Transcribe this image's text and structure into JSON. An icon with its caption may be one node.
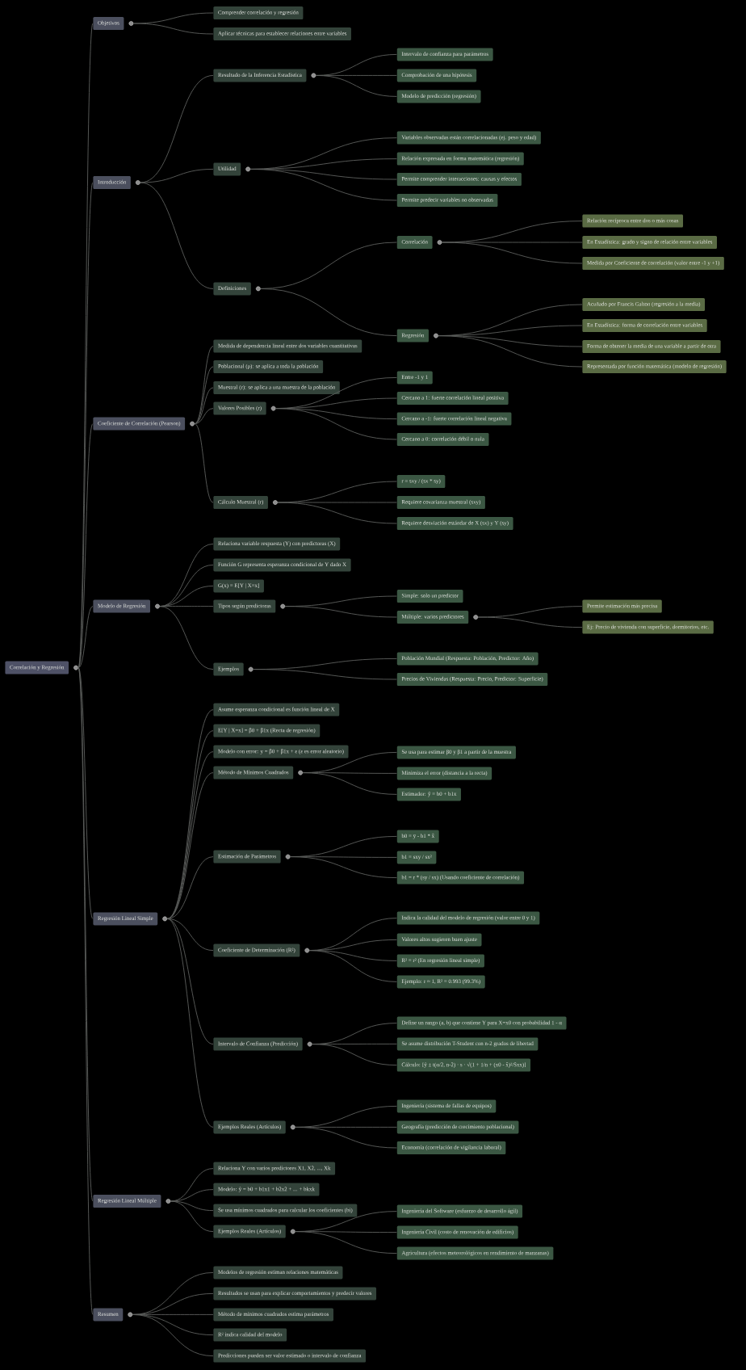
{
  "diagram": {
    "nodes": [
      {
        "text": [
          "Correlación y Regresión"
        ]
      },
      {
        "text": [
          "Objetivos"
        ]
      },
      {
        "text": [
          "Comprender correlación y regresión"
        ]
      },
      {
        "text": [
          "Aplicar técnicas para establecer relaciones entre variables"
        ]
      },
      {
        "text": [
          "Introducción"
        ]
      },
      {
        "text": [
          "Resultado de la Inferencia Estadística"
        ]
      },
      {
        "text": [
          "Intervalo de confianza para parámetros"
        ]
      },
      {
        "text": [
          "Comprobación de una hipótesis"
        ]
      },
      {
        "text": [
          "Modelo de predicción (regresión)"
        ]
      },
      {
        "text": [
          "Utilidad"
        ]
      },
      {
        "text": [
          "Variables observadas están correlacionadas (ej. peso y edad)"
        ]
      },
      {
        "text": [
          "Relación expresada en forma matemática (regresión)"
        ]
      },
      {
        "text": [
          "Permite comprender interacciones: causas y efectos"
        ]
      },
      {
        "text": [
          "Permite predecir variables no observadas"
        ]
      },
      {
        "text": [
          "Definiciones"
        ]
      },
      {
        "text": [
          "Correlación"
        ]
      },
      {
        "text": [
          "Relación recíproca entre dos o más cosas"
        ]
      },
      {
        "text": [
          "En Estadística: grado y signo de relación entre variables"
        ]
      },
      {
        "text": [
          "Medida por Coeficiente de correlación (valor entre -1 y +1)"
        ]
      },
      {
        "text": [
          "Regresión"
        ]
      },
      {
        "text": [
          "Acuñado por Francis Galton (regresión a la media)"
        ]
      },
      {
        "text": [
          "En Estadística: forma de correlación entre variables"
        ]
      },
      {
        "text": [
          "Forma de obtener la media de una variable a partir de otra"
        ]
      },
      {
        "text": [
          "Representada por función matemática (modelo de regresión)"
        ]
      },
      {
        "text": [
          "Coeficiente de Correlación (Pearson)"
        ]
      },
      {
        "text": [
          "Medida de dependencia lineal entre dos variables cuantitativas"
        ]
      },
      {
        "text": [
          "Poblacional (ρ): se aplica a toda la población"
        ]
      },
      {
        "text": [
          "Muestral (r): se aplica a una muestra de la población"
        ]
      },
      {
        "text": [
          "Valores Posibles (r)"
        ]
      },
      {
        "text": [
          "Entre -1 y 1"
        ]
      },
      {
        "text": [
          "Cercano a 1: fuerte correlación lineal positiva"
        ]
      },
      {
        "text": [
          "Cercano a -1: fuerte correlación lineal negativa"
        ]
      },
      {
        "text": [
          "Cercano a 0: correlación débil o nula"
        ]
      },
      {
        "text": [
          "Cálculo Muestral (r)"
        ]
      },
      {
        "text": [
          "r = sxy / (sx * sy)"
        ]
      },
      {
        "text": [
          "Requiere covarianza muestral (sxy)"
        ]
      },
      {
        "text": [
          "Requiere desviación estándar de X (sx) y Y (sy)"
        ]
      },
      {
        "text": [
          "Modelo de Regresión"
        ]
      },
      {
        "text": [
          "Relaciona variable respuesta (Y) con predictoras (X)"
        ]
      },
      {
        "text": [
          "Función G representa esperanza condicional de Y dado X"
        ]
      },
      {
        "text": [
          "G(x) = E[Y | X=x]"
        ]
      },
      {
        "text": [
          "Tipos según predictoras"
        ]
      },
      {
        "text": [
          "Simple: solo un predictor"
        ]
      },
      {
        "text": [
          "Múltiple: varios predictores"
        ]
      },
      {
        "text": [
          "Permite estimación más precisa"
        ]
      },
      {
        "text": [
          "Ej: Precio de vivienda con superficie, dormitorios, etc."
        ]
      },
      {
        "text": [
          "Ejemplos"
        ]
      },
      {
        "text": [
          "Población Mundial (Respuesta: Población, Predictor: Año)"
        ]
      },
      {
        "text": [
          "Precios de Viviendas (Respuesta: Precio, Predictor: Superficie)"
        ]
      },
      {
        "text": [
          "Regresión Lineal Simple"
        ]
      },
      {
        "text": [
          "Asume esperanza condicional es función lineal de X"
        ]
      },
      {
        "text": [
          "E[Y | X=x] = β0 + β1x (Recta de regresión)"
        ]
      },
      {
        "text": [
          "Modelo con error: y = β0 + β1x + ε (ε es error aleatorio)"
        ]
      },
      {
        "text": [
          "Método de Mínimos Cuadrados"
        ]
      },
      {
        "text": [
          "Se usa para estimar β0 y β1 a partir de la muestra"
        ]
      },
      {
        "text": [
          "Minimiza el error (distancia a la recta)"
        ]
      },
      {
        "text": [
          "Estimador: ŷ = b0 + b1x"
        ]
      },
      {
        "text": [
          "Estimación de Parámetros"
        ]
      },
      {
        "text": [
          "b0 = ȳ - b1 * x̄"
        ]
      },
      {
        "text": [
          "b1 = sxy / sx²"
        ]
      },
      {
        "text": [
          "b1 = r * (sy / sx) (Usando coeficiente de correlación)"
        ]
      },
      {
        "text": [
          "Coeficiente de Determinación (R²)"
        ]
      },
      {
        "text": [
          "Indica la calidad del modelo de regresión (valor entre 0 y 1)"
        ]
      },
      {
        "text": [
          "Valores altos sugieren buen ajuste"
        ]
      },
      {
        "text": [
          "R² = r² (En regresión lineal simple)"
        ]
      },
      {
        "text": [
          "Ejemplo: r ≈ 1, R² = 0.993 (99.3%)"
        ]
      },
      {
        "text": [
          "Intervalo de Confianza (Predicción)"
        ]
      },
      {
        "text": [
          "Define un rango (a, b) que contiene Y para X=x0 con probabilidad 1 - α"
        ]
      },
      {
        "text": [
          "Se asume distribución T-Student con n-2 grados de libertad"
        ]
      },
      {
        "text": [
          "Cálculo: [ŷ ± t(α/2, n-2) · s · √(1 + 1/n + (x0 - x̄)²/Sxx)]"
        ]
      },
      {
        "text": [
          "Ejemplos Reales (Artículos)"
        ]
      },
      {
        "text": [
          "Ingeniería (sistema de fallas de equipos)"
        ]
      },
      {
        "text": [
          "Geografía (predicción de crecimiento poblacional)"
        ]
      },
      {
        "text": [
          "Economía (correlación de vigilancia laboral)"
        ]
      },
      {
        "text": [
          "Regresión Lineal Múltiple"
        ]
      },
      {
        "text": [
          "Relaciona Y con varios predictores X1, X2, ..., Xk"
        ]
      },
      {
        "text": [
          "Modelo: ŷ = b0 + b1x1 + b2x2 + ... + bkxk"
        ]
      },
      {
        "text": [
          "Se usa mínimos cuadrados para calcular los coeficientes (bi)"
        ]
      },
      {
        "text": [
          "Ejemplos Reales (Artículos)"
        ]
      },
      {
        "text": [
          "Ingeniería del Software (esfuerzo de desarrollo ágil)"
        ]
      },
      {
        "text": [
          "Ingeniería Civil (costo de renovación de edificios)"
        ]
      },
      {
        "text": [
          "Agricultura (efectos meteorológicos en rendimiento de manzanas)"
        ]
      },
      {
        "text": [
          "Resumen"
        ]
      },
      {
        "text": [
          "Modelos de regresión estiman relaciones matemáticas"
        ]
      },
      {
        "text": [
          "Resultados se usan para explicar comportamientos y predecir valores"
        ]
      },
      {
        "text": [
          "Método de mínimos cuadrados estima parámetros"
        ]
      },
      {
        "text": [
          "R² indica calidad del modelo"
        ]
      },
      {
        "text": [
          "Predicciones pueden ser valor estimado o intervalo de confianza"
        ]
      }
    ],
    "edges": [
      {
        "from": 0,
        "to": 1,
        "arrow": "none"
      },
      {
        "from": 1,
        "to": 2,
        "arrow": "none"
      },
      {
        "from": 1,
        "to": 3,
        "arrow": "none"
      },
      {
        "from": 0,
        "to": 4,
        "arrow": "none"
      },
      {
        "from": 4,
        "to": 5,
        "arrow": "none"
      },
      {
        "from": 5,
        "to": 6,
        "arrow": "none"
      },
      {
        "from": 5,
        "to": 7,
        "arrow": "none"
      },
      {
        "from": 5,
        "to": 8,
        "arrow": "none"
      },
      {
        "from": 4,
        "to": 9,
        "arrow": "none"
      },
      {
        "from": 9,
        "to": 10,
        "arrow": "none"
      },
      {
        "from": 9,
        "to": 11,
        "arrow": "none"
      },
      {
        "from": 9,
        "to": 12,
        "arrow": "none"
      },
      {
        "from": 9,
        "to": 13,
        "arrow": "none"
      },
      {
        "from": 4,
        "to": 14,
        "arrow": "none"
      },
      {
        "from": 14,
        "to": 15,
        "arrow": "none"
      },
      {
        "from": 15,
        "to": 16,
        "arrow": "none"
      },
      {
        "from": 15,
        "to": 17,
        "arrow": "none"
      },
      {
        "from": 15,
        "to": 18,
        "arrow": "none"
      },
      {
        "from": 14,
        "to": 19,
        "arrow": "none"
      },
      {
        "from": 19,
        "to": 20,
        "arrow": "none"
      },
      {
        "from": 19,
        "to": 21,
        "arrow": "none"
      },
      {
        "from": 19,
        "to": 22,
        "arrow": "none"
      },
      {
        "from": 19,
        "to": 23,
        "arrow": "none"
      },
      {
        "from": 0,
        "to": 24,
        "arrow": "none"
      },
      {
        "from": 24,
        "to": 25,
        "arrow": "none"
      },
      {
        "from": 24,
        "to": 26,
        "arrow": "none"
      },
      {
        "from": 24,
        "to": 27,
        "arrow": "none"
      },
      {
        "from": 24,
        "to": 28,
        "arrow": "none"
      },
      {
        "from": 28,
        "to": 29,
        "arrow": "none"
      },
      {
        "from": 28,
        "to": 30,
        "arrow": "none"
      },
      {
        "from": 28,
        "to": 31,
        "arrow": "none"
      },
      {
        "from": 28,
        "to": 32,
        "arrow": "none"
      },
      {
        "from": 24,
        "to": 33,
        "arrow": "none"
      },
      {
        "from": 33,
        "to": 34,
        "arrow": "none"
      },
      {
        "from": 33,
        "to": 35,
        "arrow": "none"
      },
      {
        "from": 33,
        "to": 36,
        "arrow": "none"
      },
      {
        "from": 0,
        "to": 37,
        "arrow": "none"
      },
      {
        "from": 37,
        "to": 38,
        "arrow": "none"
      },
      {
        "from": 37,
        "to": 39,
        "arrow": "none"
      },
      {
        "from": 37,
        "to": 40,
        "arrow": "none"
      },
      {
        "from": 37,
        "to": 41,
        "arrow": "none"
      },
      {
        "from": 41,
        "to": 42,
        "arrow": "none"
      },
      {
        "from": 41,
        "to": 43,
        "arrow": "none"
      },
      {
        "from": 43,
        "to": 44,
        "arrow": "none"
      },
      {
        "from": 43,
        "to": 45,
        "arrow": "none"
      },
      {
        "from": 37,
        "to": 46,
        "arrow": "none"
      },
      {
        "from": 46,
        "to": 47,
        "arrow": "none"
      },
      {
        "from": 46,
        "to": 48,
        "arrow": "none"
      },
      {
        "from": 0,
        "to": 49,
        "arrow": "none"
      },
      {
        "from": 49,
        "to": 50,
        "arrow": "none"
      },
      {
        "from": 49,
        "to": 51,
        "arrow": "none"
      },
      {
        "from": 49,
        "to": 52,
        "arrow": "none"
      },
      {
        "from": 49,
        "to": 53,
        "arrow": "none"
      },
      {
        "from": 53,
        "to": 54,
        "arrow": "none"
      },
      {
        "from": 53,
        "to": 55,
        "arrow": "none"
      },
      {
        "from": 53,
        "to": 56,
        "arrow": "none"
      },
      {
        "from": 49,
        "to": 57,
        "arrow": "none"
      },
      {
        "from": 57,
        "to": 58,
        "arrow": "none"
      },
      {
        "from": 57,
        "to": 59,
        "arrow": "none"
      },
      {
        "from": 57,
        "to": 60,
        "arrow": "none"
      },
      {
        "from": 49,
        "to": 61,
        "arrow": "none"
      },
      {
        "from": 61,
        "to": 62,
        "arrow": "none"
      },
      {
        "from": 61,
        "to": 63,
        "arrow": "none"
      },
      {
        "from": 61,
        "to": 64,
        "arrow": "none"
      },
      {
        "from": 61,
        "to": 65,
        "arrow": "none"
      },
      {
        "from": 49,
        "to": 66,
        "arrow": "none"
      },
      {
        "from": 66,
        "to": 67,
        "arrow": "none"
      },
      {
        "from": 66,
        "to": 68,
        "arrow": "none"
      },
      {
        "from": 66,
        "to": 69,
        "arrow": "none"
      },
      {
        "from": 49,
        "to": 70,
        "arrow": "none"
      },
      {
        "from": 70,
        "to": 71,
        "arrow": "none"
      },
      {
        "from": 70,
        "to": 72,
        "arrow": "none"
      },
      {
        "from": 70,
        "to": 73,
        "arrow": "none"
      },
      {
        "from": 0,
        "to": 74,
        "arrow": "none"
      },
      {
        "from": 74,
        "to": 75,
        "arrow": "none"
      },
      {
        "from": 74,
        "to": 76,
        "arrow": "none"
      },
      {
        "from": 74,
        "to": 77,
        "arrow": "none"
      },
      {
        "from": 74,
        "to": 78,
        "arrow": "none"
      },
      {
        "from": 78,
        "to": 79,
        "arrow": "none"
      },
      {
        "from": 78,
        "to": 80,
        "arrow": "none"
      },
      {
        "from": 78,
        "to": 81,
        "arrow": "none"
      },
      {
        "from": 0,
        "to": 82,
        "arrow": "none"
      },
      {
        "from": 82,
        "to": 83,
        "arrow": "none"
      },
      {
        "from": 82,
        "to": 84,
        "arrow": "none"
      },
      {
        "from": 82,
        "to": 85,
        "arrow": "none"
      },
      {
        "from": 82,
        "to": 86,
        "arrow": "none"
      },
      {
        "from": 82,
        "to": 87,
        "arrow": "none"
      }
    ]
  }
}
